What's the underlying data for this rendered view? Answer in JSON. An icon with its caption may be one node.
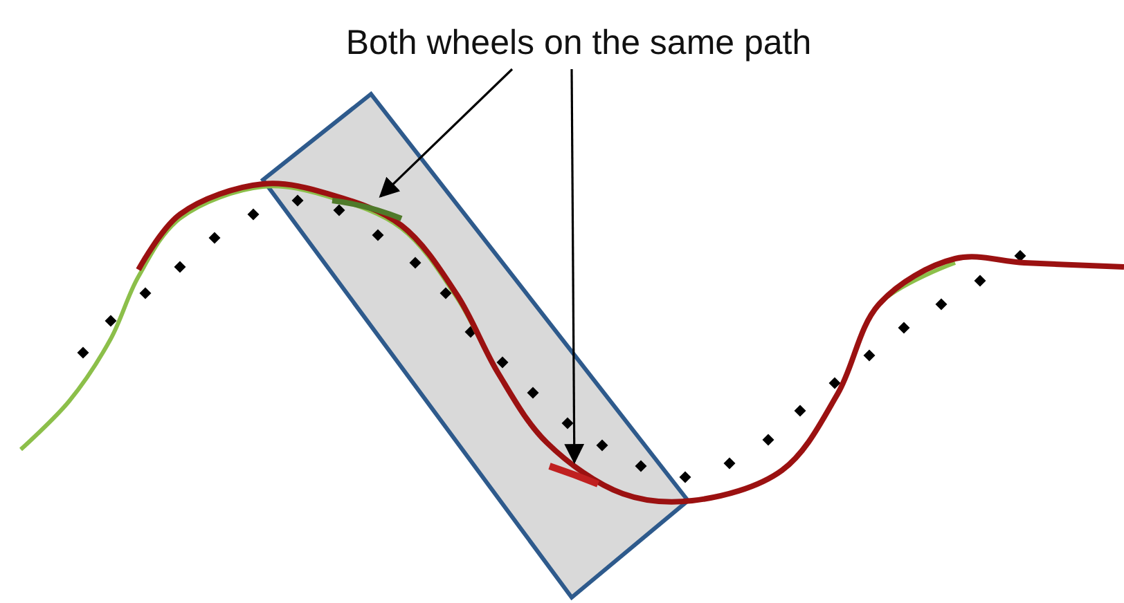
{
  "diagram": {
    "nodes": [
      {
        "text": [
          "Both wheels on the same path"
        ]
      },
      {
        "text": [],
        "shape": "bar"
      },
      {
        "text": [],
        "shape": "bar"
      }
    ],
    "edges": [
      {
        "from": 0,
        "to": 1,
        "arrow": "to"
      },
      {
        "from": 0,
        "to": 2,
        "arrow": "to"
      }
    ]
  }
}
